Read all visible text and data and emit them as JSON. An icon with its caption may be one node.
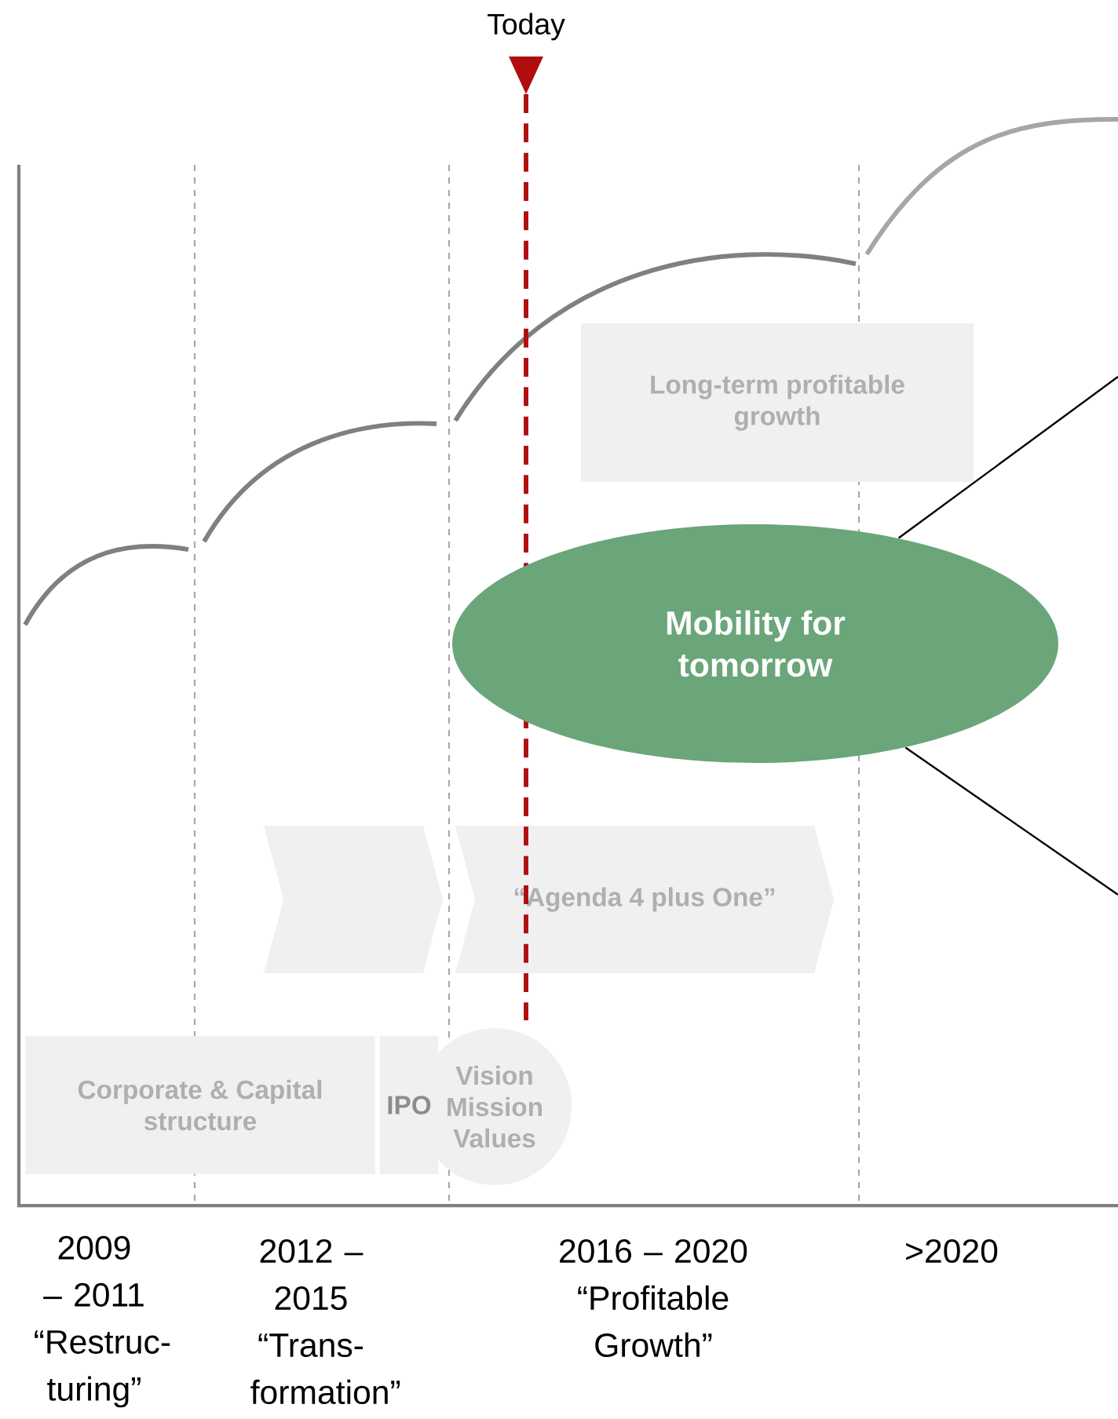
{
  "diagram": {
    "nodes": [
      {
        "text": [
          "Long-term profitable growth"
        ]
      },
      {
        "text": [
          "Mobility for tomorrow"
        ]
      },
      {
        "text": [],
        "shape": "chevron"
      },
      {
        "text": [
          "“Agenda 4 plus One”"
        ]
      },
      {
        "text": [
          "Corporate & Capital structure"
        ]
      },
      {
        "text": [
          "IPO"
        ]
      },
      {
        "text": [
          "Vision Mission Values"
        ]
      }
    ],
    "edges": [
      {
        "from": 1,
        "to": null,
        "arrow": "none"
      },
      {
        "from": 1,
        "to": null,
        "arrow": "none"
      }
    ],
    "labels": [
      "Today",
      "2009 – 2011 “Restruc-turing”",
      "2012 – 2015 “Trans-formation”",
      "2016 – 2020 “Profitable Growth”",
      ">2020"
    ]
  }
}
